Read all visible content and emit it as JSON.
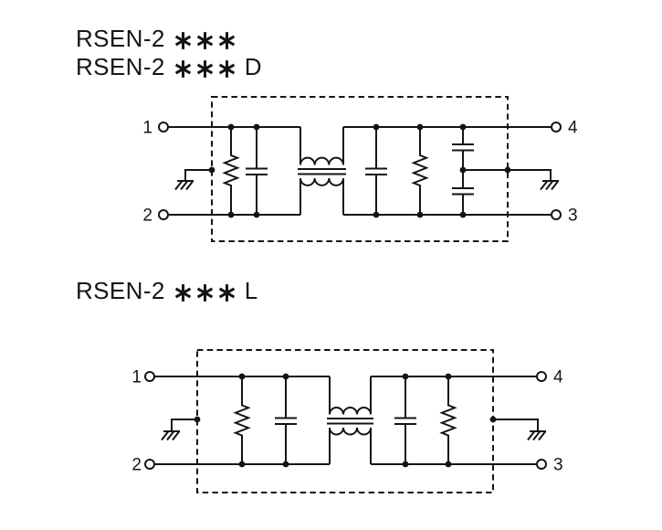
{
  "page": {
    "background": "#ffffff",
    "ink": "#111111",
    "description": "EMI filter schematic figure"
  },
  "headings": {
    "top": [
      {
        "model": "RSEN-2",
        "stars": "***",
        "suffix": ""
      },
      {
        "model": "RSEN-2",
        "stars": "***",
        "suffix": "D"
      }
    ],
    "bottom": [
      {
        "model": "RSEN-2",
        "stars": "***",
        "suffix": "L"
      }
    ]
  },
  "circuits": {
    "top": {
      "title": "RSEN-2*** / RSEN-2***D schematic",
      "terminals": {
        "t1": "1",
        "t2": "2",
        "t3": "3",
        "t4": "4"
      },
      "symbols": [
        "chassis-ground-left",
        "resistor",
        "capacitor",
        "common-mode-choke",
        "capacitor",
        "resistor",
        "series-y-capacitors",
        "chassis-ground-right",
        "dashed-case-outline"
      ]
    },
    "bottom": {
      "title": "RSEN-2***L schematic",
      "terminals": {
        "t1": "1",
        "t2": "2",
        "t3": "3",
        "t4": "4"
      },
      "symbols": [
        "chassis-ground-left",
        "resistor",
        "capacitor",
        "common-mode-choke",
        "capacitor",
        "resistor",
        "chassis-ground-right",
        "dashed-case-outline"
      ]
    }
  }
}
